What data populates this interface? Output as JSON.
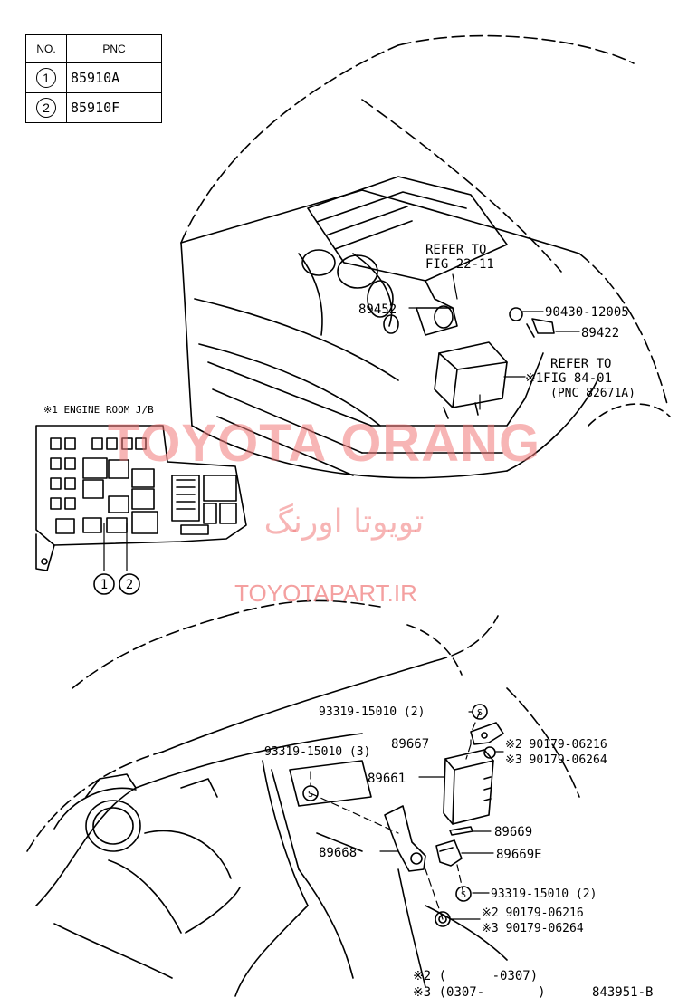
{
  "table": {
    "header_no": "NO.",
    "header_pnc": "PNC",
    "rows": [
      {
        "no": "1",
        "pnc": "85910A"
      },
      {
        "no": "2",
        "pnc": "85910F"
      }
    ]
  },
  "labels": {
    "refer_fig_22_line1": "REFER TO",
    "refer_fig_22_line2": "FIG 22-11",
    "p89452": "89452",
    "p90430": "90430-12005",
    "p89422": "89422",
    "refer_fig_84_line1": "REFER TO",
    "refer_fig_84_line2": "※1FIG 84-01",
    "refer_fig_84_line3": "(PNC 82671A)",
    "engine_room_jb": "※1 ENGINE ROOM J/B",
    "callout1": "1",
    "callout2": "2",
    "p93319_top": "93319-15010 (2)",
    "p89667": "89667",
    "p90179_06216_a": "※2 90179-06216",
    "p90179_06264_a": "※3 90179-06264",
    "p93319_3": "93319-15010 (3)",
    "p89661": "89661",
    "p89669": "89669",
    "p89668": "89668",
    "p89669e": "89669E",
    "p93319_bottom": "93319-15010 (2)",
    "p90179_06216_b": "※2 90179-06216",
    "p90179_06264_b": "※3 90179-06264",
    "note2": "※2 (      -0307)",
    "note3": "※3 (0307-       )",
    "fig_code": "843951-B"
  },
  "watermark": {
    "brand_en": "TOYOTA ORANG",
    "brand_fa": "تویوتا اورنگ",
    "url": "TOYOTAPART.IR",
    "color": "#f07878"
  }
}
